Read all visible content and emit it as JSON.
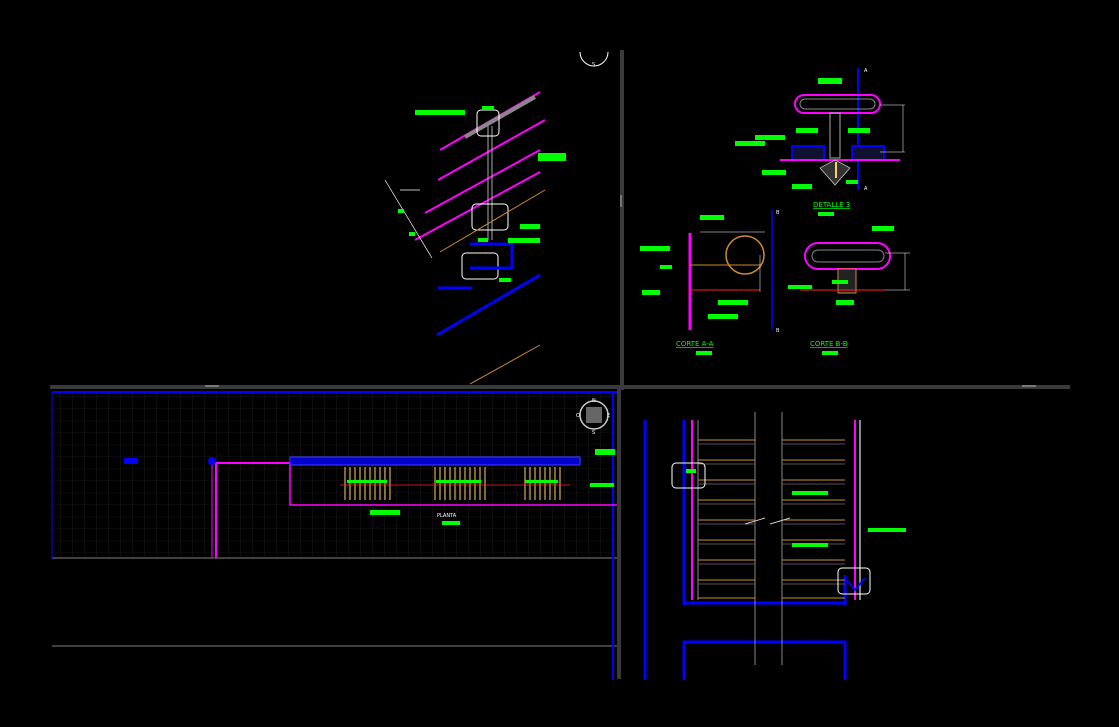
{
  "drawing": {
    "background_color": "#000000",
    "viewport_border_color": "#3a3a3a",
    "line_colors": {
      "magenta": "#ff00ff",
      "blue": "#0000ff",
      "green": "#00ff00",
      "orange": "#d08a30",
      "yellow": "#ffd060",
      "white": "#ffffff",
      "red": "#ff2020",
      "grid": "#2a2a2a"
    }
  },
  "viewports": {
    "top_right": {
      "detail_3_title": "DETALLE 3",
      "section_a_title": "CORTE A-A",
      "section_b_title": "CORTE B-B",
      "section_marker_a": "A",
      "section_marker_b": "B"
    },
    "bottom_left": {
      "plan_title": "PLANTA",
      "compass": {
        "north": "N",
        "south": "S",
        "east": "E",
        "west": "O"
      }
    },
    "top_left": {
      "compass": {
        "south": "S"
      }
    }
  }
}
